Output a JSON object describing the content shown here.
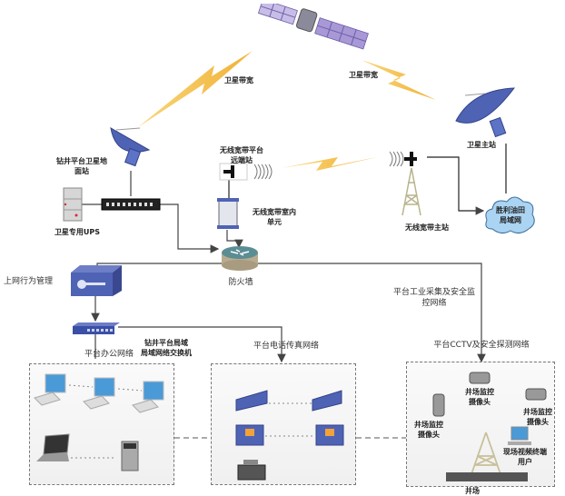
{
  "diagram": {
    "satellite": {
      "link_label_left": "卫星带宽",
      "link_label_right": "卫星带宽"
    },
    "satellite_master_station": {
      "label": "卫星主站"
    },
    "platform_satellite_ground_station": {
      "label": "钻井平台卫星地\n面站"
    },
    "satellite_ups": {
      "label": "卫星专用UPS"
    },
    "wireless_remote_station": {
      "label": "无线宽带平台\n远端站"
    },
    "wireless_indoor_unit": {
      "label": "无线宽带室内\n单元"
    },
    "wireless_master_station": {
      "label": "无线宽带主站"
    },
    "oilfield_lan": {
      "label": "胜利油田\n局域网"
    },
    "firewall": {
      "label": "防火墙"
    },
    "internet_behavior_mgmt": {
      "label": "上网行为管理"
    },
    "lan_switch": {
      "label": "钻井平台局域\n局域网络交换机"
    },
    "industrial_network": {
      "label": "平台工业采集及安全监\n控网络"
    },
    "zones": {
      "office": {
        "label": "平台办公网络"
      },
      "phone_fax": {
        "label": "平台电话传真网络"
      },
      "cctv": {
        "label": "平台CCTV及安全探测网络",
        "camera_labels": [
          "井场监控\n摄像头",
          "井场监控\n摄像头",
          "井场监控\n摄像头"
        ],
        "video_user": "现场视频终端\n用户",
        "wellsite": "井场"
      }
    },
    "colors": {
      "lightning": "#f3b52e",
      "device_blue": "#4f63b5",
      "cloud": "#aad4f2",
      "wire": "#555555"
    }
  }
}
